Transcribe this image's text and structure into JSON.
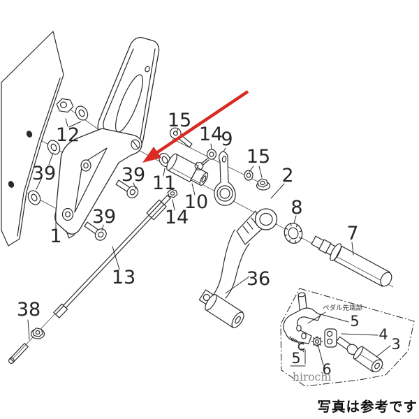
{
  "diagram": {
    "kind": "exploded-parts-diagram"
  },
  "part_labels": [
    {
      "text": "12"
    },
    {
      "text": "39"
    },
    {
      "text": "15"
    },
    {
      "text": "14"
    },
    {
      "text": "9"
    },
    {
      "text": "15"
    },
    {
      "text": "2"
    },
    {
      "text": "39"
    },
    {
      "text": "11"
    },
    {
      "text": "10"
    },
    {
      "text": "14"
    },
    {
      "text": "39"
    },
    {
      "text": "8"
    },
    {
      "text": "7"
    },
    {
      "text": "1"
    },
    {
      "text": "13"
    },
    {
      "text": "36"
    },
    {
      "text": "38"
    },
    {
      "text": "5"
    },
    {
      "text": "4"
    },
    {
      "text": "3"
    },
    {
      "text": "5"
    },
    {
      "text": "6"
    }
  ],
  "inset": {
    "title": "ペダル先端部"
  },
  "watermark": {
    "text": "hirochi"
  },
  "caption": {
    "text": "写真は参考です"
  },
  "colors": {
    "arrow": "#d92b23",
    "line_art": "#2b2b2b",
    "watermark": "#858585",
    "background": "#ffffff"
  }
}
